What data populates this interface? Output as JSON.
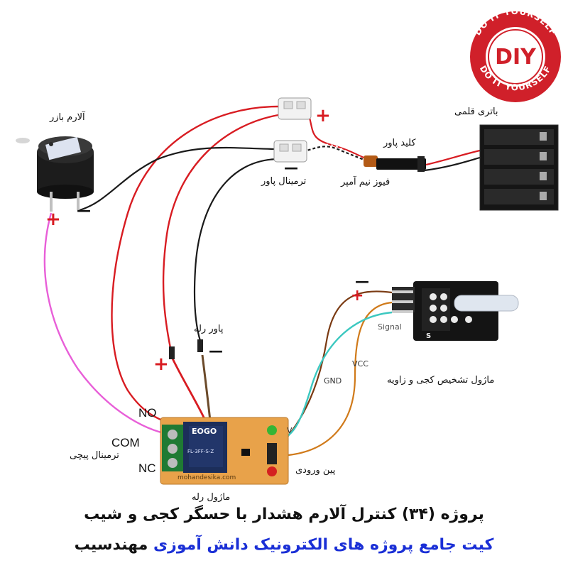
{
  "colors": {
    "red_wire": "#d81c22",
    "black_wire": "#1a1a1a",
    "magenta_wire": "#e85fd8",
    "brown_wire": "#7a3a12",
    "cyan_wire": "#3cc8c0",
    "orange_wire": "#d07a1a",
    "pcb": "#e8a24a",
    "footer_blue": "#1a2fd6",
    "badge_red": "#d0202a"
  },
  "labels": {
    "buzzer": "آلارم بازر",
    "battery": "باتری قلمی",
    "power_key": "کلید پاور",
    "fuse": "فیوز نیم آمپر",
    "power_terminal": "ترمینال پاور",
    "relay_power": "پاور رله",
    "tilt_module": "ماژول تشخیص کجی و زاویه",
    "screw_terminal": "ترمینال پیچی",
    "input_pin": "پین ورودی",
    "relay_module": "ماژول رله"
  },
  "terminals": {
    "no": "NO",
    "com": "COM",
    "nc": "NC"
  },
  "wire_labels": {
    "gnd": "GND",
    "vcc": "VCC",
    "signal": "Signal",
    "v": "V"
  },
  "signs": {
    "plus": "+",
    "minus": "—"
  },
  "badge": {
    "center": "DIY",
    "ring_text": "DO IT YOURSELF"
  },
  "pcb_text": {
    "relay_brand": "EOGO",
    "website": "mohandesika.com",
    "relay_part": "FL-3FF-S-Z",
    "tilt_pin": "S"
  },
  "footer": {
    "line1": "پروژه (۳۴) کنترل آلارم هشدار با حسگر کجی و شیب",
    "line2_kit": "کیت جامع پروژه های الکترونیک دانش آموزی ",
    "line2_brand": "مهندسیب"
  }
}
